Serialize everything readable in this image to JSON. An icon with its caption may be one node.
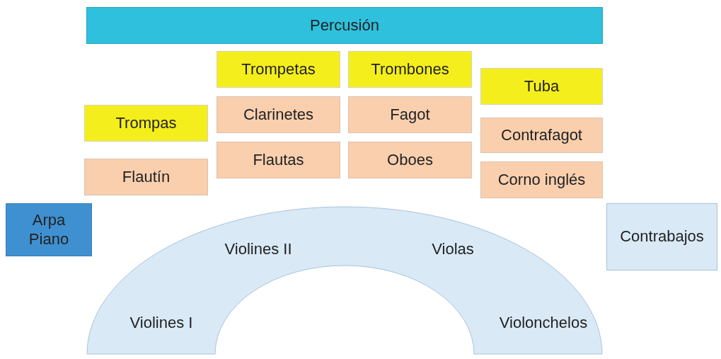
{
  "diagram": {
    "nodes": [
      {
        "text": [
          "Percusión"
        ]
      },
      {
        "text": [
          "Trompetas"
        ]
      },
      {
        "text": [
          "Trombones"
        ]
      },
      {
        "text": [
          "Tuba"
        ]
      },
      {
        "text": [
          "Trompas"
        ]
      },
      {
        "text": [
          "Clarinetes"
        ]
      },
      {
        "text": [
          "Fagot"
        ]
      },
      {
        "text": [
          "Contrafagot"
        ]
      },
      {
        "text": [
          "Flautas"
        ]
      },
      {
        "text": [
          "Oboes"
        ]
      },
      {
        "text": [
          "Flautín"
        ]
      },
      {
        "text": [
          "Corno inglés"
        ]
      },
      {
        "text": [
          "Arpa Piano"
        ]
      },
      {
        "text": [
          "Violines II",
          "Violas",
          "Violines I",
          "Violonchelos"
        ]
      },
      {
        "text": [
          "Contrabajos"
        ]
      }
    ],
    "edges": []
  }
}
